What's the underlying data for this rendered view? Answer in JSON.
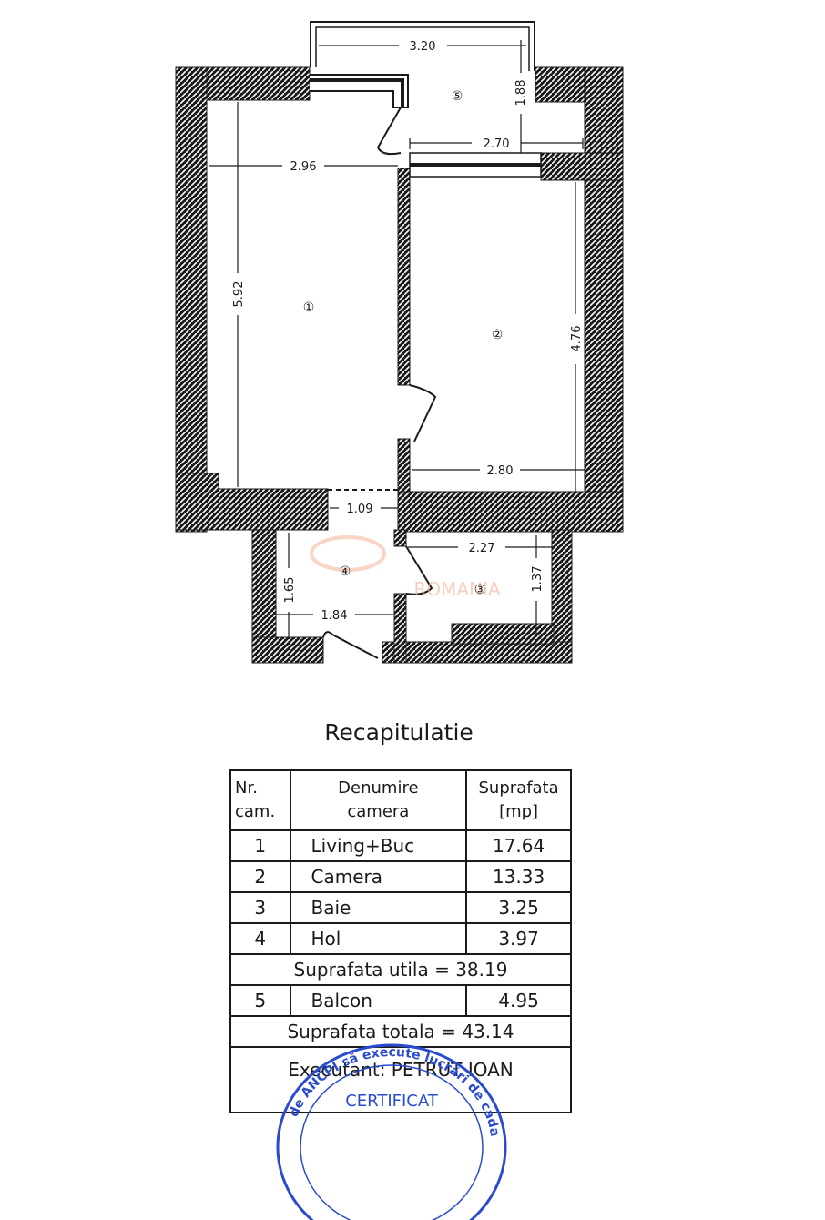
{
  "plan": {
    "rooms": [
      {
        "id": "1",
        "label": "①"
      },
      {
        "id": "2",
        "label": "②"
      },
      {
        "id": "3",
        "label": "③"
      },
      {
        "id": "4",
        "label": "④"
      },
      {
        "id": "5",
        "label": "⑤"
      }
    ],
    "dimensions": {
      "balcony_width": "3.20",
      "balcony_depth": "1.88",
      "balcony_inner": "2.70",
      "room1_width": "2.96",
      "room1_length": "5.92",
      "room2_length": "4.76",
      "room2_width": "2.80",
      "hall_opening": "1.09",
      "bath_width": "2.27",
      "bath_length": "1.37",
      "hall_length": "1.65",
      "hall_width": "1.84"
    },
    "watermark": "ROMANIA",
    "wall_color": "#1a1a1a"
  },
  "recap": {
    "title": "Recapitulatie",
    "headers": {
      "nr_line1": "Nr.",
      "nr_line2": "cam.",
      "name_line1": "Denumire",
      "name_line2": "camera",
      "area_line1": "Suprafata",
      "area_line2": "[mp]"
    },
    "rows": [
      {
        "nr": "1",
        "name": "Living+Buc",
        "area": "17.64"
      },
      {
        "nr": "2",
        "name": "Camera",
        "area": "13.33"
      },
      {
        "nr": "3",
        "name": "Baie",
        "area": "3.25"
      },
      {
        "nr": "4",
        "name": "Hol",
        "area": "3.97"
      }
    ],
    "useful_area": "Suprafata utila = 38.19",
    "balcony_row": {
      "nr": "5",
      "name": "Balcon",
      "area": "4.95"
    },
    "total_area": "Suprafata totala = 43.14",
    "executant": "Executant: PETRUT IOAN"
  },
  "stamp": {
    "arc_text": "de ANCPI să execute lucrări de cada",
    "center_text": "CERTIFICAT",
    "color": "#2a4bd0"
  }
}
